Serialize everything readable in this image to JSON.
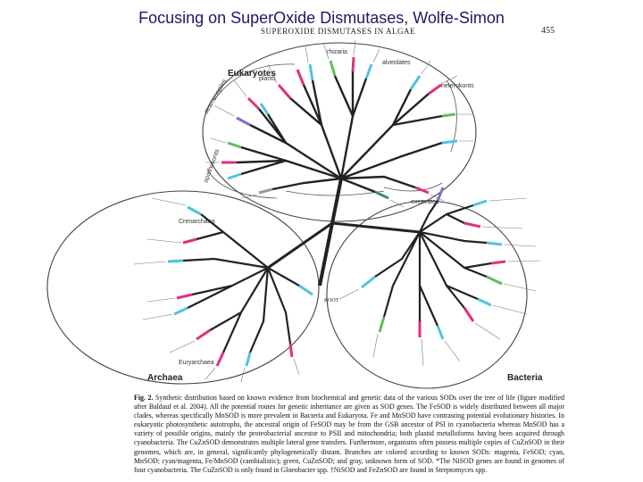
{
  "slide": {
    "title": "Focusing on SuperOxide Dismutases, Wolfe-Simon"
  },
  "page": {
    "running_head": "SUPEROXIDE DISMUTASES IN ALGAE",
    "number": "455"
  },
  "figure": {
    "domains": [
      "Eukaryotes",
      "Archaea",
      "Bacteria"
    ],
    "root_label": "ROOT",
    "groups": [
      "rhizaria",
      "alveolates",
      "heterokonts",
      "stramenopiles",
      "plants",
      "opisthokonts",
      "excavates",
      "Crenarchaea",
      "Euryarchaea"
    ],
    "colors": {
      "mnsod": "#e0307f",
      "fesod": "#4fc3e0",
      "nisod": "#8a6ad0",
      "fe_mnsod": "#3b8a7a",
      "cuznsod": "#5cbf5c",
      "unknown": "#9a9a9a"
    }
  },
  "caption": {
    "label": "Fig. 2.",
    "text": "Synthetic distribution based on known evidence from biochemical and genetic data of the various SODs over the tree of life (figure modified after Baldauf et al. 2004). All the potential routes for genetic inheritance are given as SOD genes. The FeSOD is widely distributed between all major clades, whereas specifically MnSOD is more prevalent in Bacteria and Eukaryota. Fe and MnSOD have contrasting potential evolutionary histories. In eukaryotic photosynthetic autotrophs, the ancestral origin of FeSOD may be from the GSB ancestor of PSI in cyanobacteria whereas MnSOD has a variety of possible origins, mainly the proteobacterial ancestor to PSII and mitochondria; both plastid metalloforms having been acquired through cyanobacteria. The CuZnSOD demonstrates multiple lateral gene transfers. Furthermore, organisms often possess multiple copies of CuZnSOD in their genomes, which are, in general, significantly phylogenetically distant. Branches are colored according to known SODs: magenta, FeSOD; cyan, MnSOD; cyan/magenta, Fe/MnSOD (cambialistic); green, CuZnSOD; and gray, unknown form of SOD. *The NiSOD genes are found in genomes of four cyanobacteria. The CuZnSOD is only found in Gloeobacter spp. †NiSOD and FeZnSOD are found in Streptomyces spp."
  }
}
